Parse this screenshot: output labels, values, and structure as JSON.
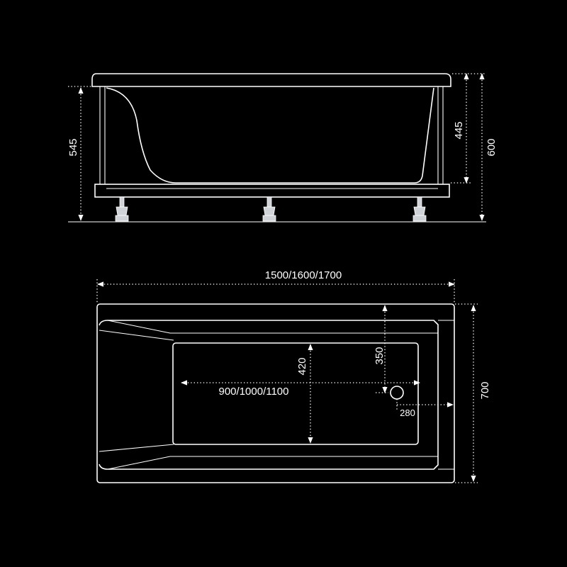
{
  "colors": {
    "background": "#000000",
    "line": "#ffffff"
  },
  "side_view": {
    "height_total": "545",
    "height_rim": "445",
    "height_overall": "600"
  },
  "top_view": {
    "length": "1500/1600/1700",
    "width": "700",
    "inner_length": "900/1000/1100",
    "inner_width": "420",
    "drain_from_edge": "350",
    "drain_offset": "280"
  }
}
